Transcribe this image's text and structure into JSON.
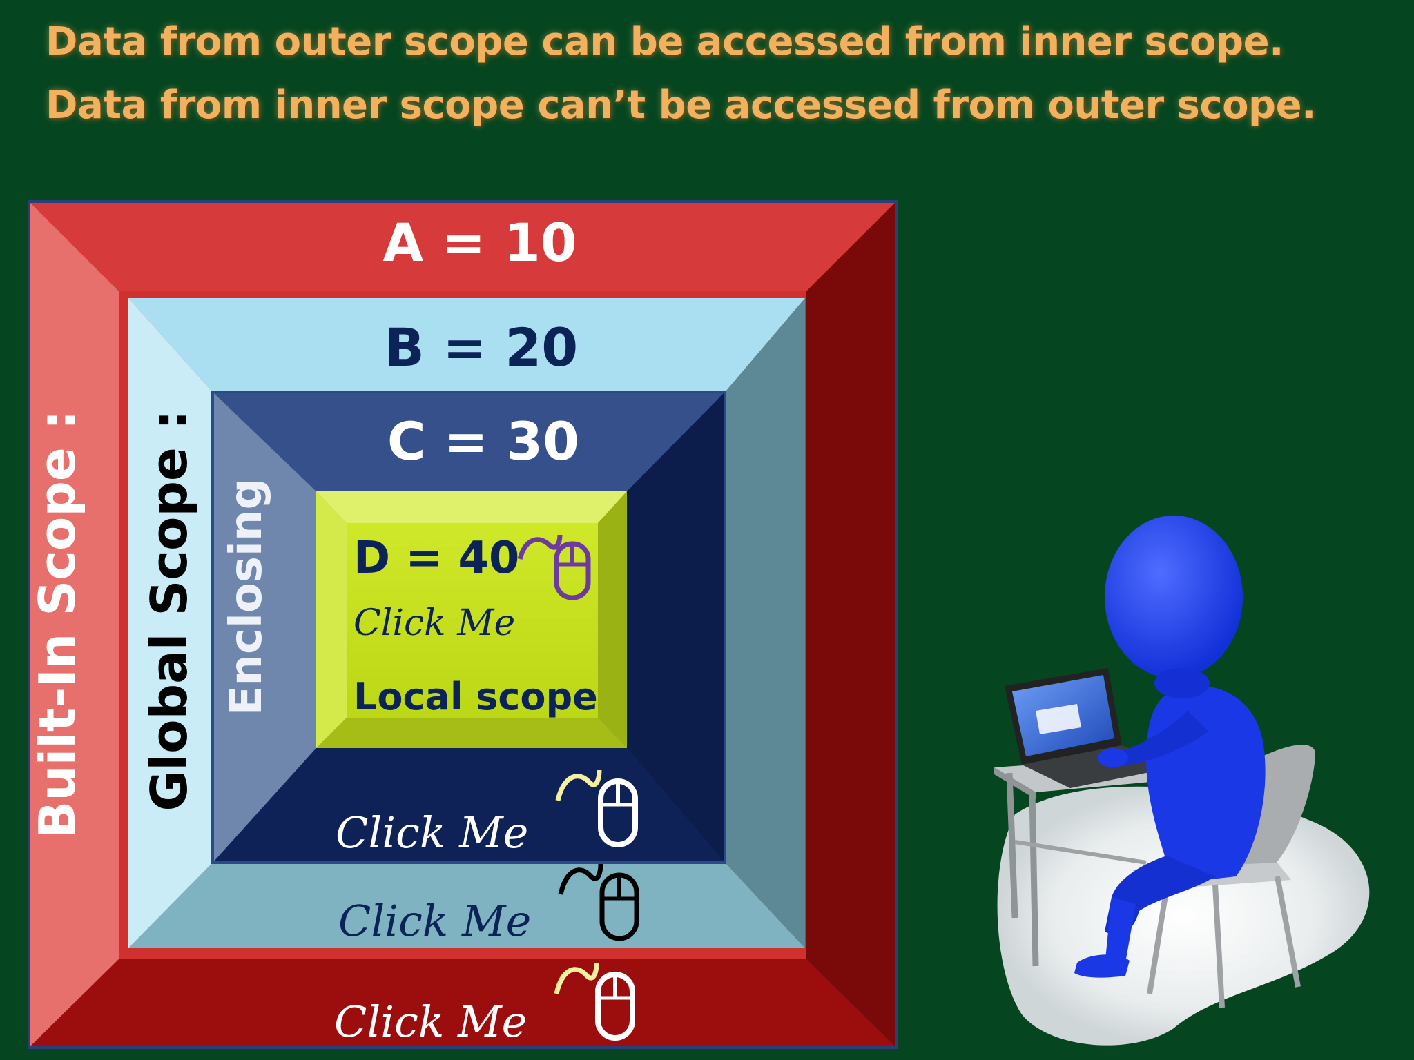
{
  "headline": {
    "line1": "Data from outer scope can be accessed from inner scope.",
    "line2": "Data from inner scope can’t be accessed from outer scope."
  },
  "scopes": {
    "builtin": {
      "label": "Built-In Scope :",
      "value": "A = 10",
      "click": "Click Me"
    },
    "global": {
      "label": "Global Scope :",
      "value": "B = 20",
      "click": "Click Me"
    },
    "enclosing": {
      "label": "Enclosing",
      "value": "C = 30",
      "click": "Click Me"
    },
    "local": {
      "label": "Local scope",
      "value": "D = 40",
      "click": "Click Me"
    }
  },
  "colors": {
    "background": "#05451f",
    "headline": "#f2b15e",
    "builtin_top": "#d63a3a",
    "builtin_left": "#e8706c",
    "builtin_right": "#7a0a0a",
    "builtin_bottom": "#9c0d0d",
    "global_top": "#a9dff0",
    "global_left": "#c9ecf6",
    "global_right": "#5d8997",
    "global_bottom": "#7fb3c2",
    "enclosing_top": "#35508a",
    "enclosing_left": "#6f86ad",
    "enclosing_right": "#0c1c4b",
    "enclosing_bottom": "#0f2258",
    "local_face": "#c6e01e",
    "figure": "#1a38e6"
  },
  "icons": [
    "mouse-icon",
    "person-at-laptop-illustration"
  ]
}
